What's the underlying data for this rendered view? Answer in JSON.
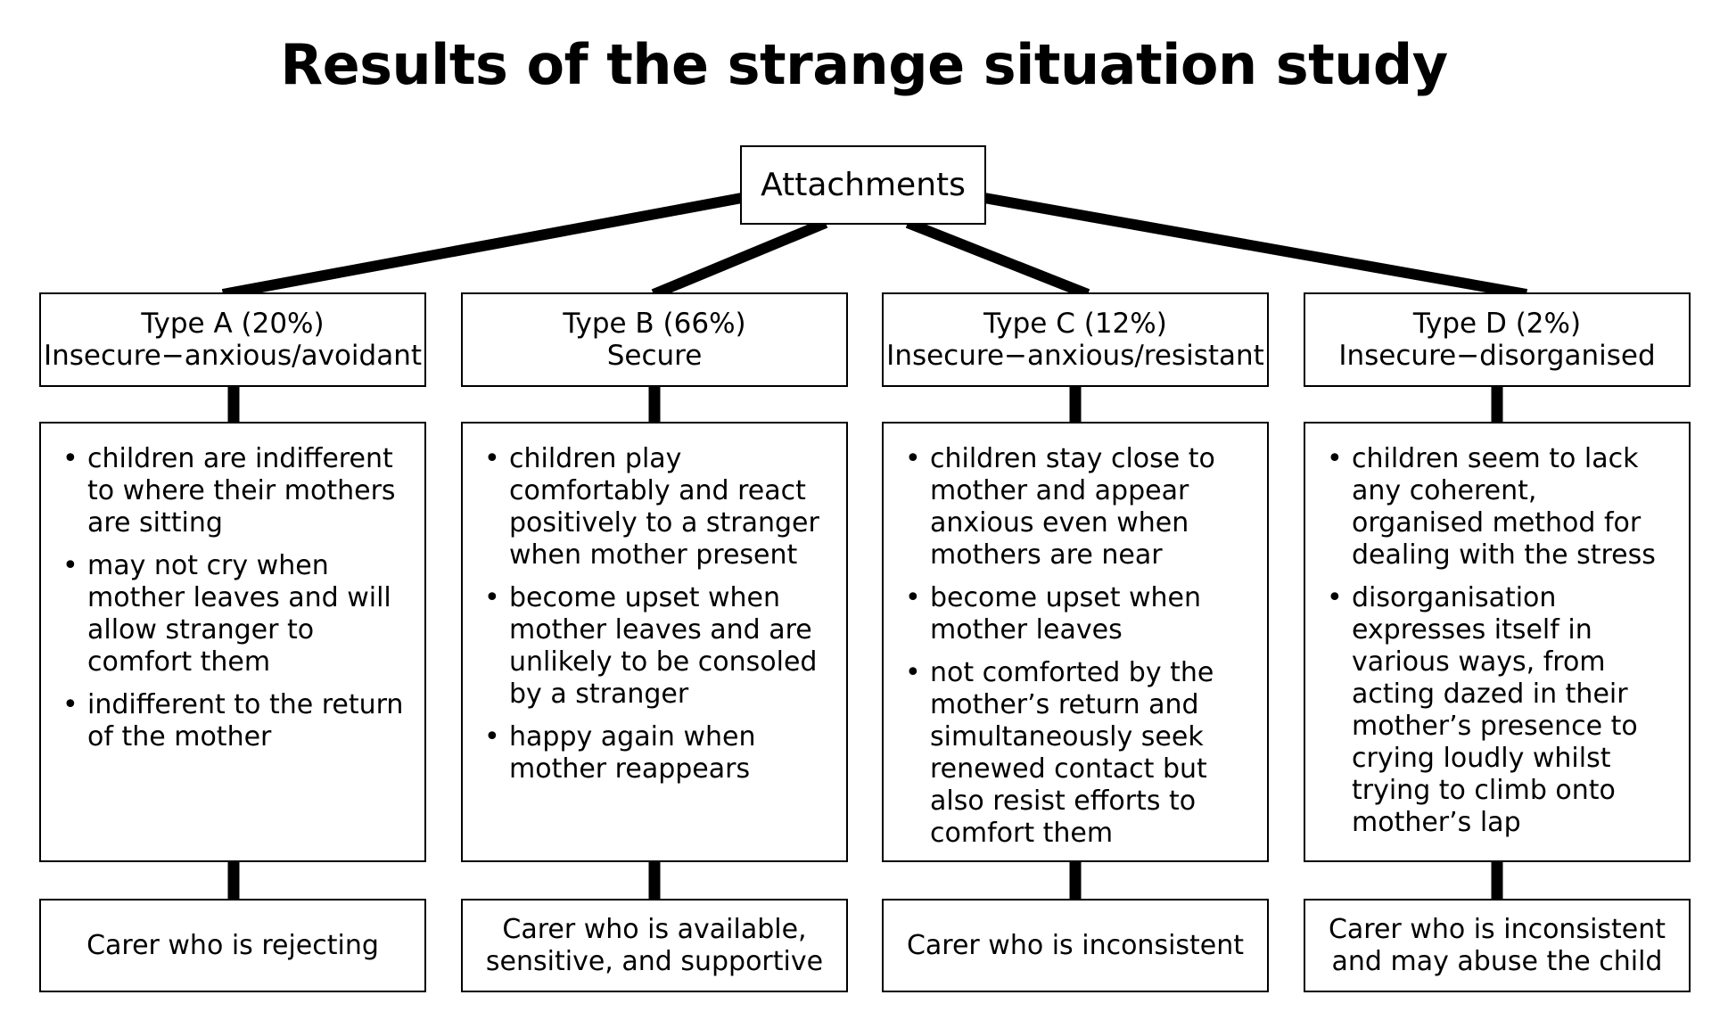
{
  "title": "Results of the strange situation study",
  "root": {
    "label": "Attachments"
  },
  "types": [
    {
      "name": "Type A (20%)",
      "subtitle": "Insecure−anxious/avoidant",
      "bullets": [
        "children are indifferent to where their mothers are sitting",
        "may not cry when mother leaves and will allow stranger to comfort them",
        "indifferent to the return of the mother"
      ],
      "carer": "Carer who is rejecting"
    },
    {
      "name": "Type B (66%)",
      "subtitle": "Secure",
      "bullets": [
        "children play comfortably and react positively to a stranger when mother present",
        "become upset when mother leaves and are unlikely to be consoled by a stranger",
        "happy again when mother reappears"
      ],
      "carer": "Carer who is available, sensitive, and supportive"
    },
    {
      "name": "Type C (12%)",
      "subtitle": "Insecure−anxious/resistant",
      "bullets": [
        "children stay close to mother and appear anxious even when mothers are near",
        "become upset when mother leaves",
        "not comforted by the mother’s return and simultaneously seek renewed contact but also resist efforts to comfort them"
      ],
      "carer": "Carer who is inconsistent"
    },
    {
      "name": "Type D (2%)",
      "subtitle": "Insecure−disorganised",
      "bullets": [
        "children seem to lack any coherent, organised method for dealing with the stress",
        "disorganisation expresses itself in various ways, from acting dazed in their mother’s presence to crying loudly whilst trying to climb onto mother’s lap"
      ],
      "carer": "Carer who is inconsistent and may abuse the child"
    }
  ]
}
